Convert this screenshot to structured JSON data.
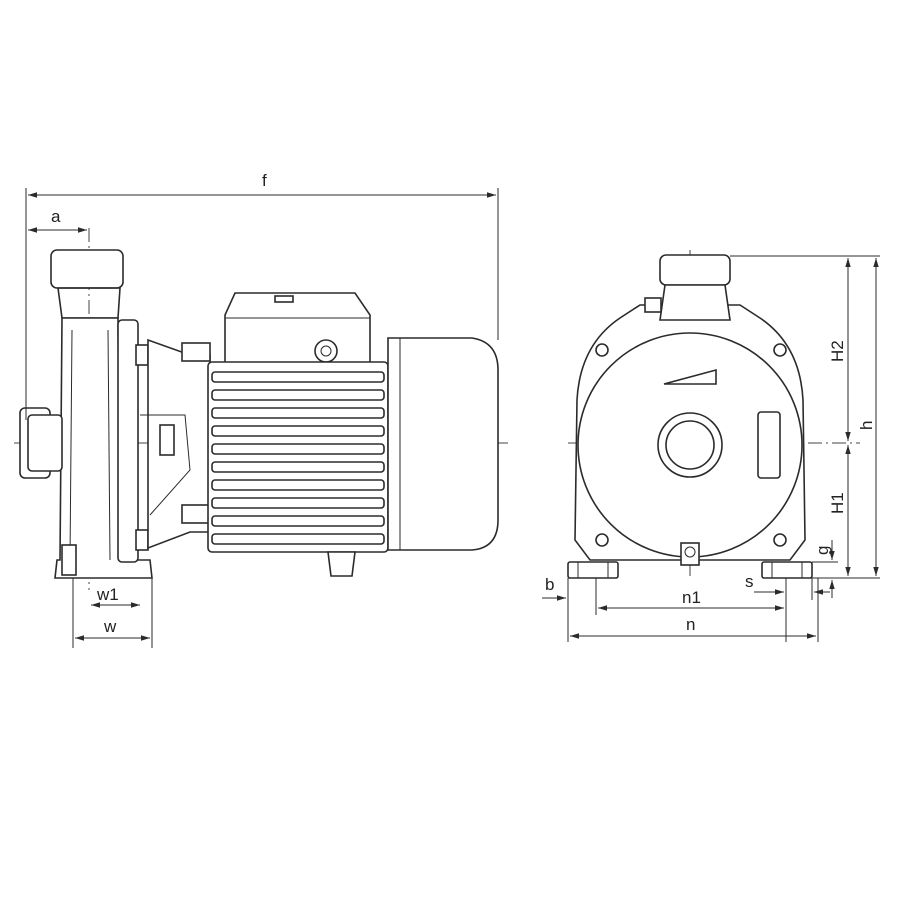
{
  "labels": {
    "f": "f",
    "a": "a",
    "w1": "w1",
    "w": "w",
    "H2": "H2",
    "h": "h",
    "H1": "H1",
    "g": "g",
    "b": "b",
    "s": "s",
    "n1": "n1",
    "n": "n"
  }
}
